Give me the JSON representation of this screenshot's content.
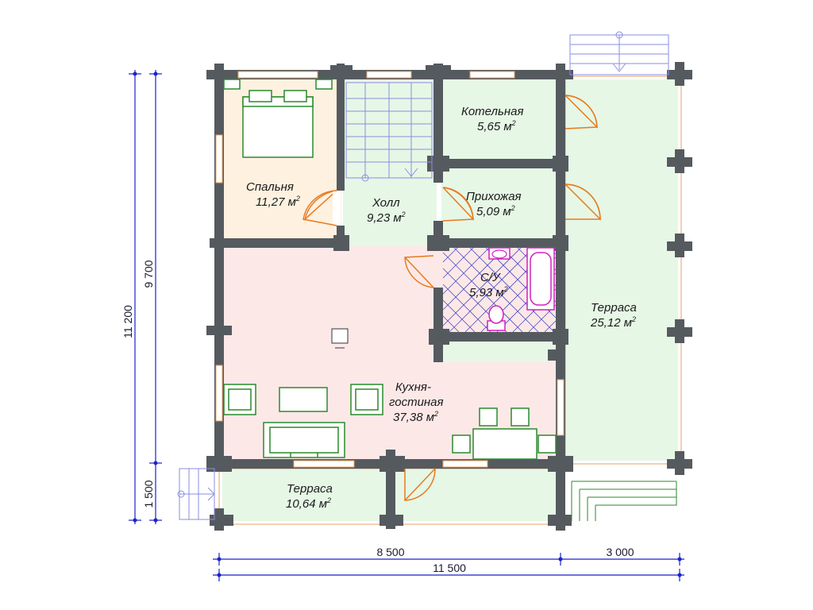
{
  "rooms": {
    "bedroom": {
      "name": "Спальня",
      "area": "11,27 м",
      "sup": "2",
      "fill": "#fff1e0"
    },
    "hall": {
      "name": "Холл",
      "area": "9,23 м",
      "sup": "2",
      "fill": "#e6f7e6"
    },
    "boiler": {
      "name": "Котельная",
      "area": "5,65 м",
      "sup": "2",
      "fill": "#e6f7e6"
    },
    "entrance": {
      "name": "Прихожая",
      "area": "5,09 м",
      "sup": "2",
      "fill": "#e6f7e6"
    },
    "bathroom": {
      "name": "С/У",
      "area": "5,93 м",
      "sup": "2",
      "fill": "#dcdcf5"
    },
    "kitchen": {
      "name1": "Кухня-",
      "name2": "гостиная",
      "area": "37,38 м",
      "sup": "2",
      "fill": "#fde8e8"
    },
    "terrace_east": {
      "name": "Терраса",
      "area": "25,12 м",
      "sup": "2",
      "fill": "#e6f7e6"
    },
    "terrace_south": {
      "name": "Терраса",
      "area": "10,64 м",
      "sup": "2",
      "fill": "#e6f7e6"
    }
  },
  "dimensions": {
    "total_height": "11 200",
    "inner_height": "9 700",
    "terrace_height": "1 500",
    "house_width": "8 500",
    "terrace_width": "3 000",
    "total_width": "11 500"
  },
  "colors": {
    "wall": "#555a5f",
    "dimension": "#1a22c8",
    "door": "#e87a1e",
    "furniture": "#2a8a2a",
    "bath_fixture": "#d020c0"
  }
}
